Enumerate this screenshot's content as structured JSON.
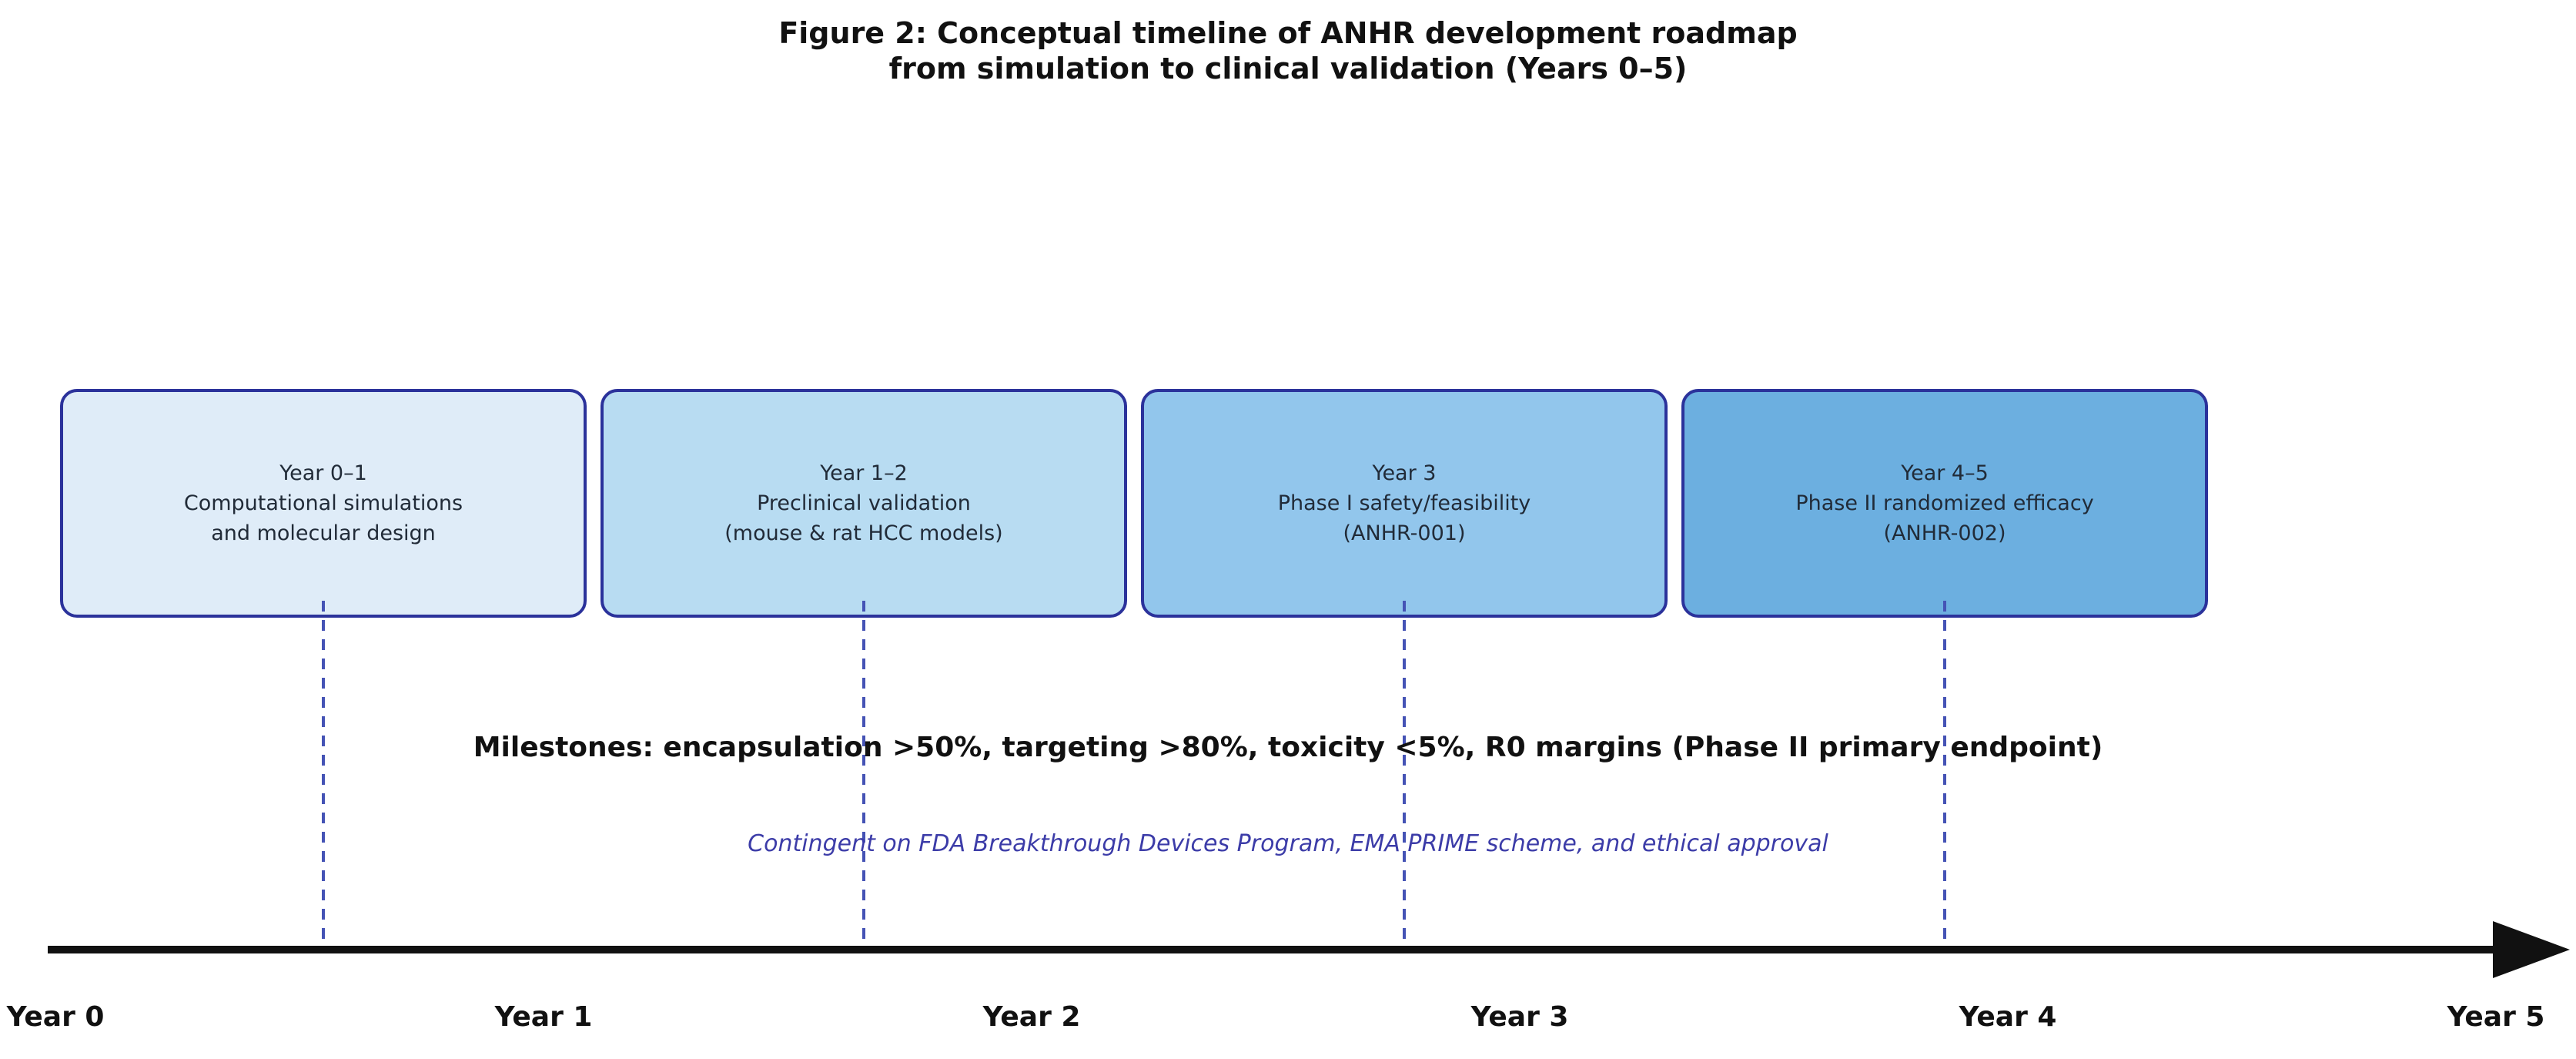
{
  "title": {
    "line1": "Figure 2: Conceptual timeline of ANHR development roadmap",
    "line2": "from simulation to clinical validation (Years 0–5)"
  },
  "phases": [
    {
      "period": "Year 0–1",
      "name": "Computational simulations",
      "detail": "and molecular design",
      "fill": "#dfecf8"
    },
    {
      "period": "Year 1–2",
      "name": "Preclinical validation",
      "detail": "(mouse & rat HCC models)",
      "fill": "#b8dcf2"
    },
    {
      "period": "Year 3",
      "name": "Phase I safety/feasibility",
      "detail": "(ANHR-001)",
      "fill": "#92c6ec"
    },
    {
      "period": "Year 4–5",
      "name": "Phase II randomized efficacy",
      "detail": "(ANHR-002)",
      "fill": "#6cafe0"
    }
  ],
  "milestones": "Milestones: encapsulation >50%, targeting >80%, toxicity <5%, R0 margins (Phase II primary endpoint)",
  "contingency": "Contingent on FDA Breakthrough Devices Program, EMA PRIME scheme, and ethical approval",
  "axis": {
    "labels": [
      "Year 0",
      "Year 1",
      "Year 2",
      "Year 3",
      "Year 4",
      "Year 5"
    ]
  },
  "colors": {
    "box_border": "#2b329b",
    "dashed_line": "#4553b5",
    "contingency_text": "#3c3ca8",
    "axis": "#111111"
  }
}
